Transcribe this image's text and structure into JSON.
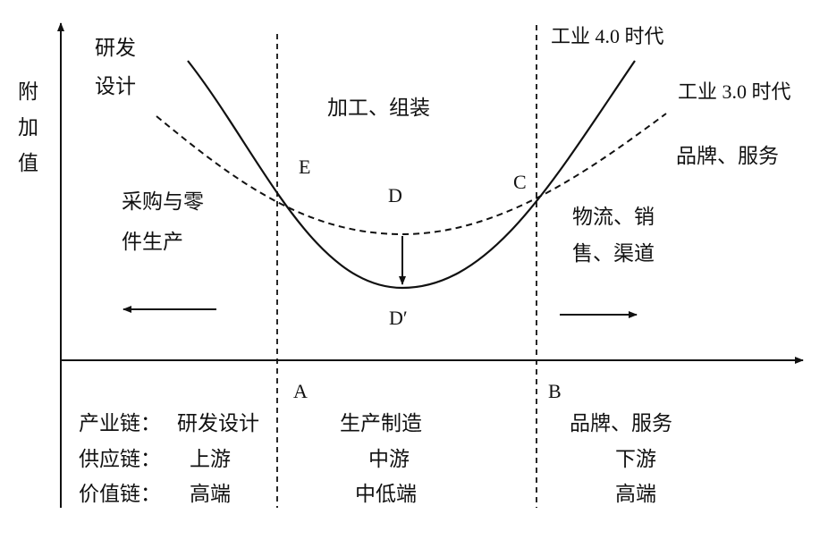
{
  "y_axis_label": [
    "附",
    "加",
    "值"
  ],
  "curve_labels": {
    "industry40": "工业 4.0 时代",
    "industry30": "工业 3.0 时代"
  },
  "points": {
    "E": "E",
    "D": "D",
    "D_prime": "D′",
    "C": "C",
    "A": "A",
    "B": "B"
  },
  "regions": {
    "rnd": [
      "研发",
      "设计"
    ],
    "processing": "加工、组装",
    "procurement": [
      "采购与零",
      "件生产"
    ],
    "brand_top": "品牌、服务",
    "logistics": [
      "物流、销",
      "售、渠道"
    ]
  },
  "table": {
    "rows": [
      {
        "label": "产业链：",
        "left": "研发设计",
        "middle": "生产制造",
        "right": "品牌、服务"
      },
      {
        "label": "供应链：",
        "left": "上游",
        "middle": "中游",
        "right": "下游"
      },
      {
        "label": "价值链：",
        "left": "高端",
        "middle": "中低端",
        "right": "高端"
      }
    ]
  },
  "colors": {
    "ink": "#111111",
    "background": "#ffffff"
  }
}
